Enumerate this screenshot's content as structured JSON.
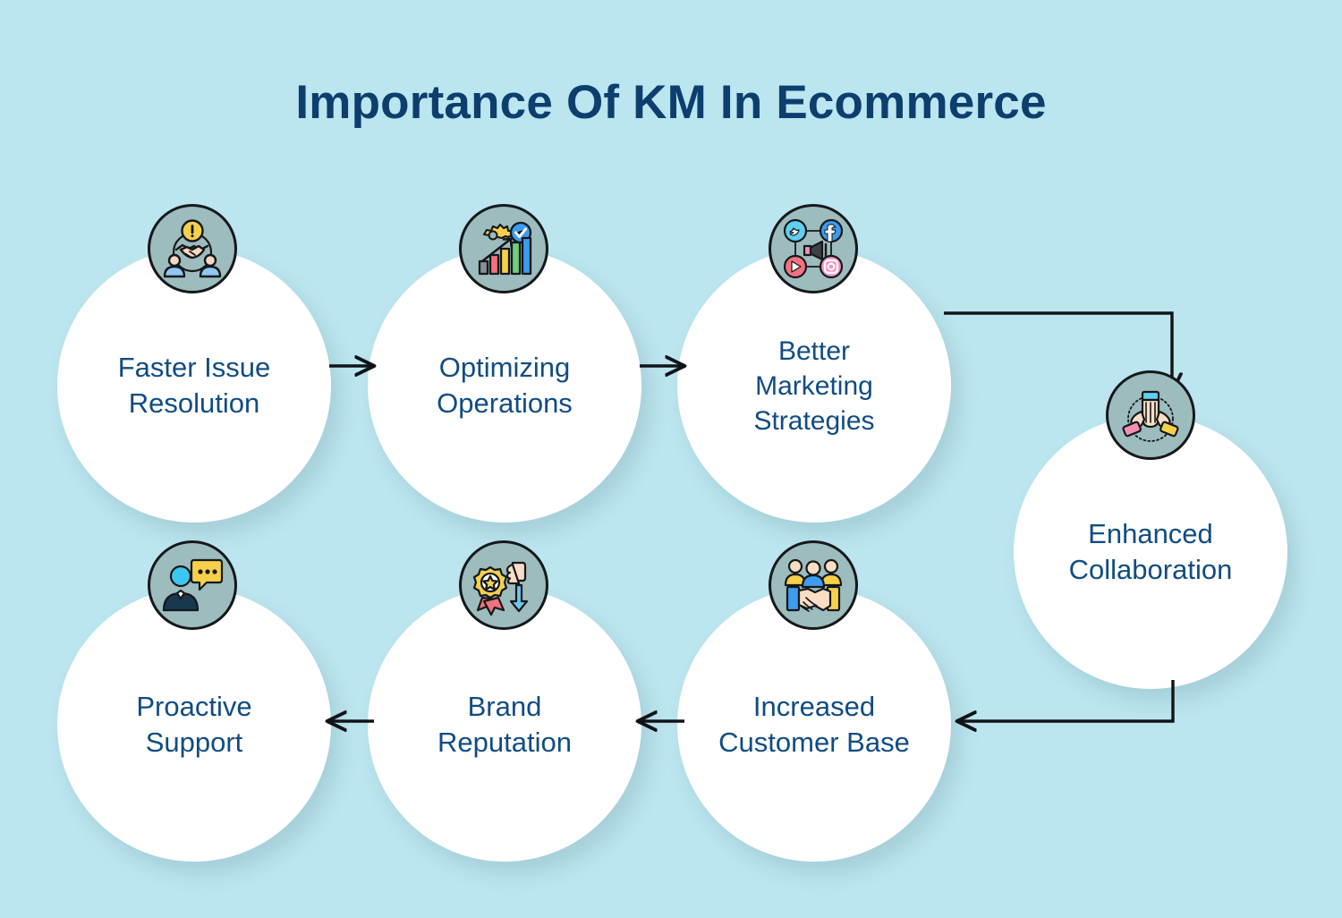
{
  "page": {
    "title": "Importance Of KM In Ecommerce",
    "background_color": "#bbe5ef",
    "title_color": "#0c3f6e",
    "node_fill": "#ffffff",
    "badge_fill": "#9cbcbe",
    "label_color": "#104c83",
    "connector_color": "#111417"
  },
  "nodes": [
    {
      "id": "faster-issue-resolution",
      "label": "Faster Issue\nResolution",
      "icon": "handshake-alert-icon",
      "row": "top",
      "order": 1
    },
    {
      "id": "optimizing-operations",
      "label": "Optimizing\nOperations",
      "icon": "growth-chart-gear-icon",
      "row": "top",
      "order": 2
    },
    {
      "id": "better-marketing-strategies",
      "label": "Better\nMarketing\nStrategies",
      "icon": "social-megaphone-icon",
      "row": "top",
      "order": 3
    },
    {
      "id": "enhanced-collaboration",
      "label": "Enhanced\nCollaboration",
      "icon": "team-hands-icon",
      "row": "right",
      "order": 4
    },
    {
      "id": "increased-customer-base",
      "label": "Increased\nCustomer Base",
      "icon": "group-handshake-icon",
      "row": "bottom",
      "order": 5
    },
    {
      "id": "brand-reputation",
      "label": "Brand\nReputation",
      "icon": "award-thumbsdown-icon",
      "row": "bottom",
      "order": 6
    },
    {
      "id": "proactive-support",
      "label": "Proactive\nSupport",
      "icon": "person-chat-icon",
      "row": "bottom",
      "order": 7
    }
  ],
  "connectors": [
    {
      "id": "arrow-1",
      "from": "faster-issue-resolution",
      "to": "optimizing-operations",
      "direction": "right"
    },
    {
      "id": "arrow-2",
      "from": "optimizing-operations",
      "to": "better-marketing-strategies",
      "direction": "right"
    },
    {
      "id": "arrow-3",
      "from": "better-marketing-strategies",
      "to": "enhanced-collaboration",
      "direction": "elbow-right-down"
    },
    {
      "id": "arrow-4",
      "from": "enhanced-collaboration",
      "to": "increased-customer-base",
      "direction": "elbow-down-left"
    },
    {
      "id": "arrow-5",
      "from": "increased-customer-base",
      "to": "brand-reputation",
      "direction": "left"
    },
    {
      "id": "arrow-6",
      "from": "brand-reputation",
      "to": "proactive-support",
      "direction": "left"
    }
  ]
}
